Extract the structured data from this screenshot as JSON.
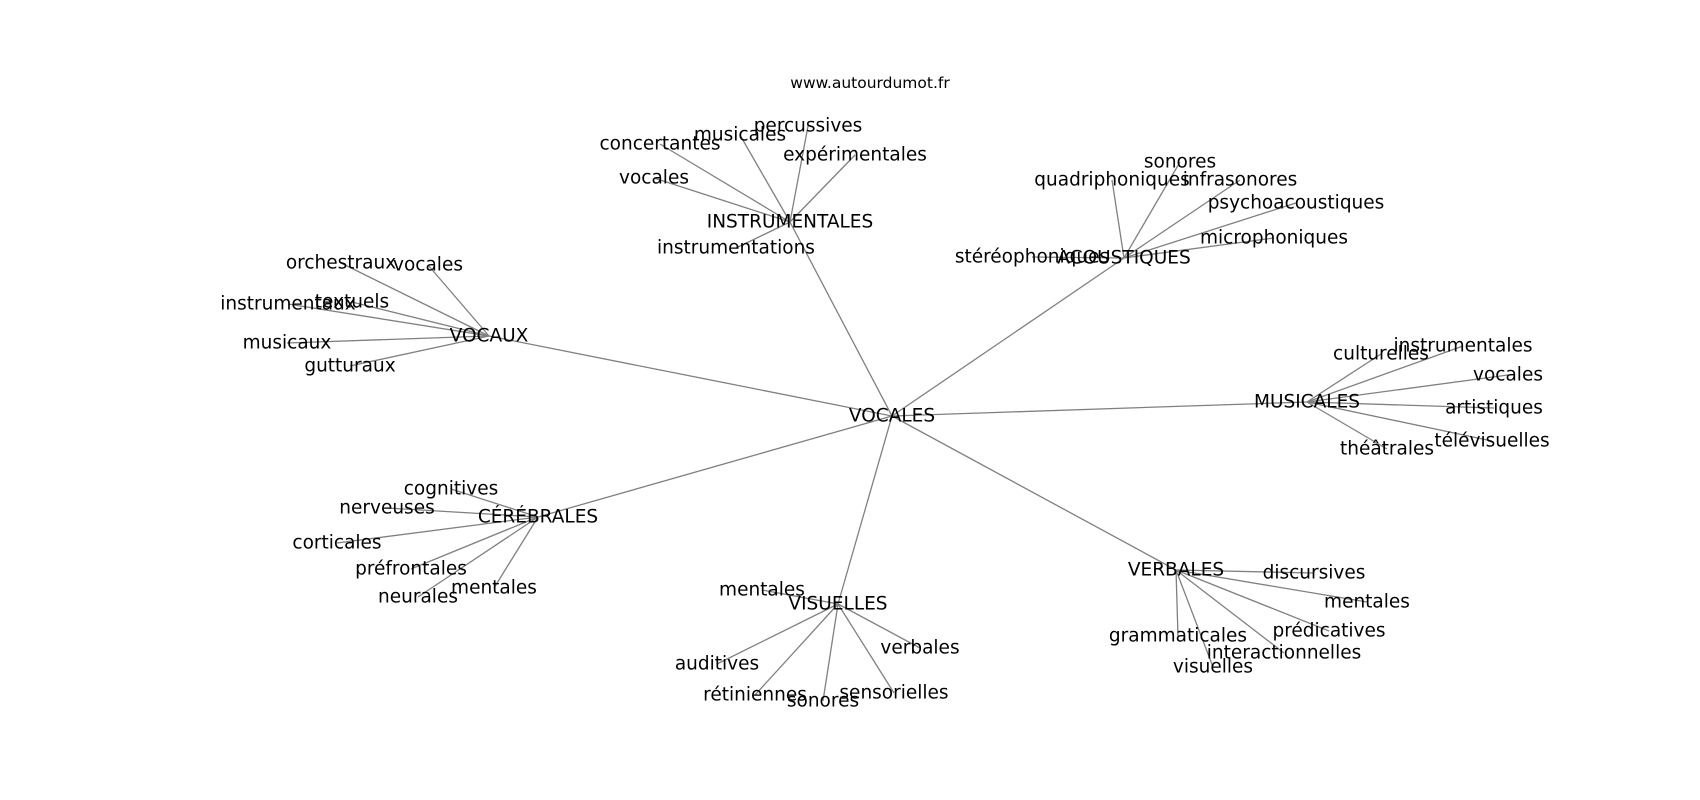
{
  "source": "www.autourdumot.fr",
  "center": "VOCALES",
  "groups": [
    {
      "hub": "INSTRUMENTALES",
      "leaves": [
        "musicales",
        "percussives",
        "concertantes",
        "expérimentales",
        "vocales",
        "instrumentations"
      ]
    },
    {
      "hub": "ACOUSTIQUES",
      "leaves": [
        "sonores",
        "quadriphoniques",
        "infrasonores",
        "psychoacoustiques",
        "microphoniques",
        "stéréophoniques"
      ]
    },
    {
      "hub": "VOCAUX",
      "leaves": [
        "orchestraux",
        "vocales",
        "instrumentaux",
        "textuels",
        "musicaux",
        "gutturaux"
      ]
    },
    {
      "hub": "MUSICALES",
      "leaves": [
        "instrumentales",
        "culturelles",
        "vocales",
        "artistiques",
        "télévisuelles",
        "théâtrales"
      ]
    },
    {
      "hub": "CÉRÉBRALES",
      "leaves": [
        "cognitives",
        "nerveuses",
        "corticales",
        "préfrontales",
        "neurales",
        "mentales"
      ]
    },
    {
      "hub": "VISUELLES",
      "leaves": [
        "mentales",
        "verbales",
        "auditives",
        "rétiniennes",
        "sonores",
        "sensorielles"
      ]
    },
    {
      "hub": "VERBALES",
      "leaves": [
        "discursives",
        "mentales",
        "prédicatives",
        "grammaticales",
        "interactionnelles",
        "visuelles"
      ]
    }
  ]
}
